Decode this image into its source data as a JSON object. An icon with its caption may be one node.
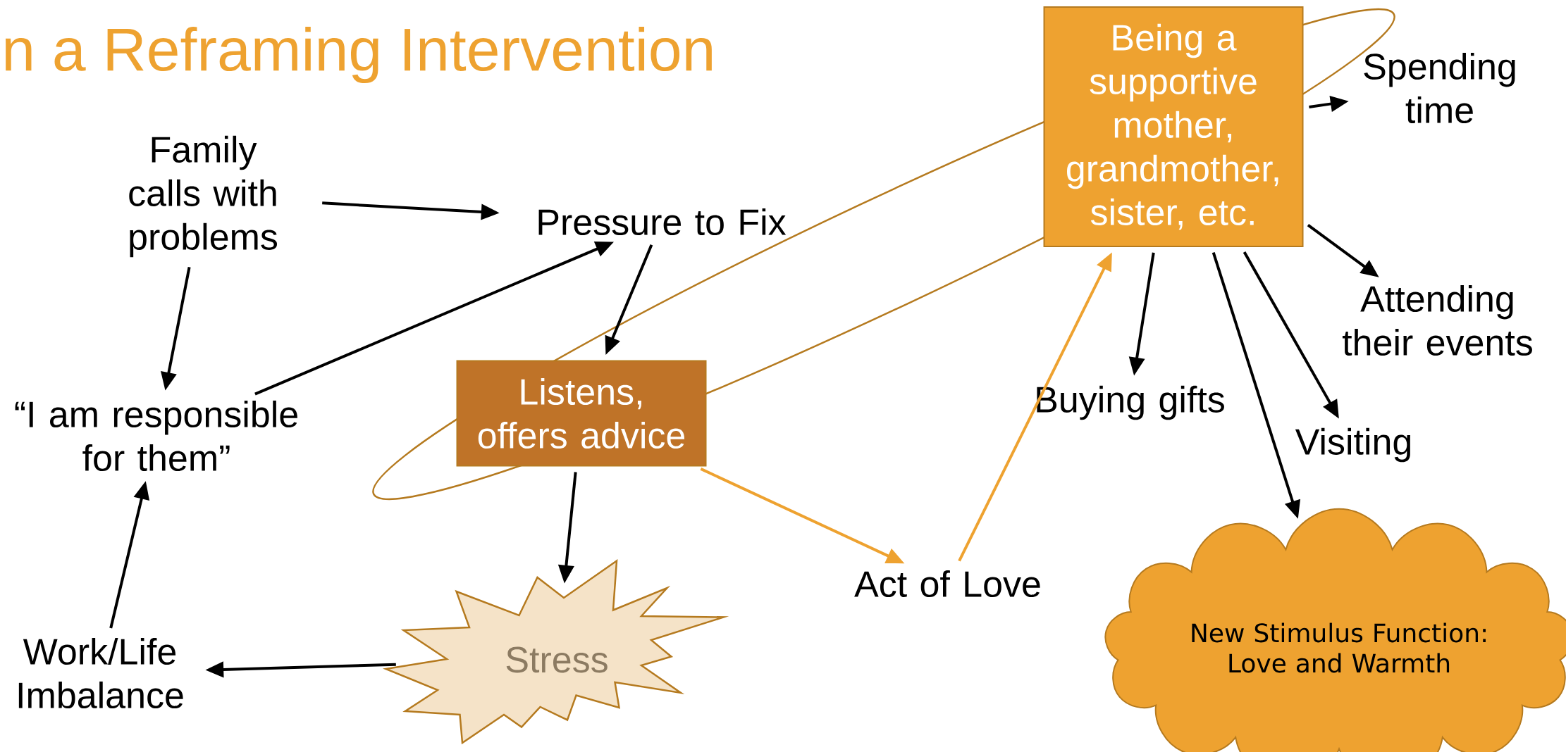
{
  "diagram": {
    "title": "n a Reframing Intervention",
    "nodes": [
      {
        "text": [
          "Family calls with problems"
        ]
      },
      {
        "text": [
          "Pressure to Fix"
        ]
      },
      {
        "text": [
          "“I am responsible for them”"
        ]
      },
      {
        "text": [
          "Listens, offers advice"
        ]
      },
      {
        "text": [
          "Stress"
        ]
      },
      {
        "text": [
          "Work/Life Imbalance"
        ]
      },
      {
        "text": [
          "Act of Love"
        ]
      },
      {
        "text": [
          "Being a supportive mother, grandmother, sister, etc."
        ]
      },
      {
        "text": [
          "Spending time"
        ]
      },
      {
        "text": [
          "Attending their events"
        ]
      },
      {
        "text": [
          "Buying gifts"
        ]
      },
      {
        "text": [
          "Visiting"
        ]
      },
      {
        "text": [
          "New Stimulus Function: Love and Warmth"
        ]
      }
    ],
    "edges": [
      {
        "from": 0,
        "to": 1,
        "arrow": "to"
      },
      {
        "from": 0,
        "to": 2,
        "arrow": "to"
      },
      {
        "from": 2,
        "to": 1,
        "arrow": "to"
      },
      {
        "from": 1,
        "to": 3,
        "arrow": "to"
      },
      {
        "from": 3,
        "to": 4,
        "arrow": "to"
      },
      {
        "from": 4,
        "to": 5,
        "arrow": "to"
      },
      {
        "from": 5,
        "to": 2,
        "arrow": "to"
      },
      {
        "from": 3,
        "to": 6,
        "arrow": "to",
        "color": "#eea230"
      },
      {
        "from": 6,
        "to": 7,
        "arrow": "to",
        "color": "#eea230"
      },
      {
        "from": 7,
        "to": 8,
        "arrow": "to"
      },
      {
        "from": 7,
        "to": 9,
        "arrow": "to"
      },
      {
        "from": 7,
        "to": 10,
        "arrow": "to"
      },
      {
        "from": 7,
        "to": 11,
        "arrow": "to"
      },
      {
        "from": 7,
        "to": 12,
        "arrow": "to"
      }
    ]
  }
}
